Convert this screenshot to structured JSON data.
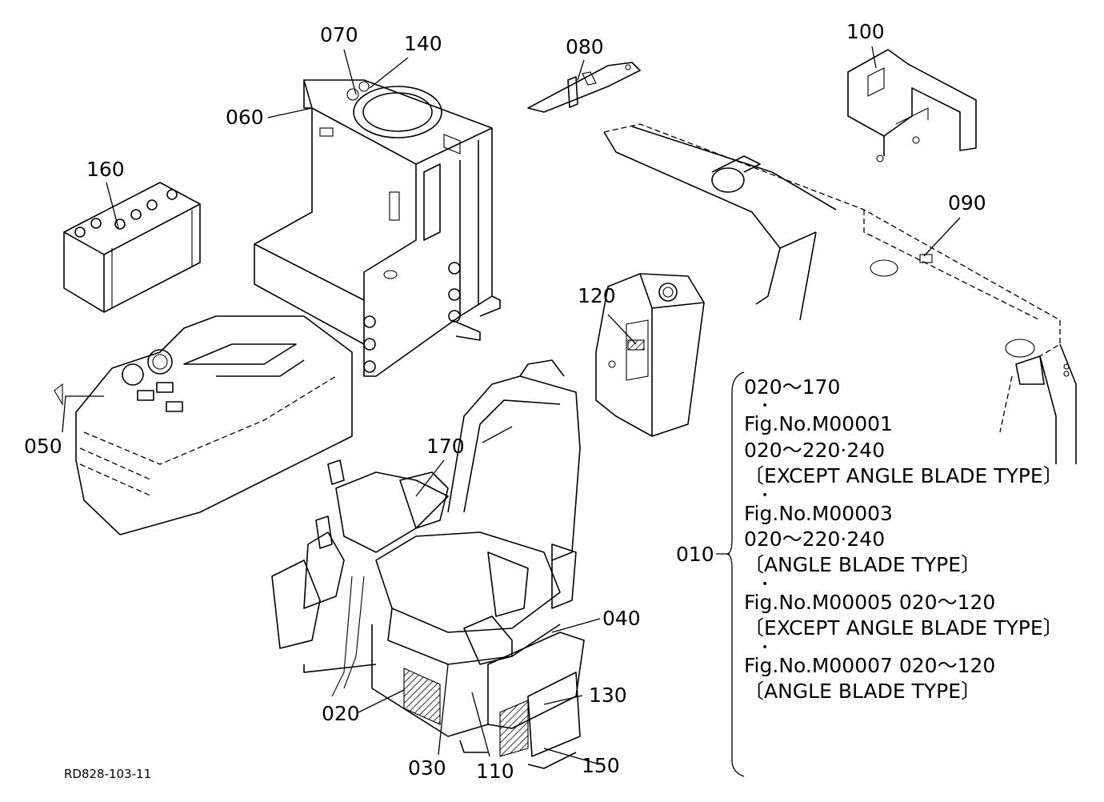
{
  "diagram": {
    "reference_code": "RD828-103-11",
    "callouts": [
      {
        "id": "p070",
        "text": "070"
      },
      {
        "id": "p140",
        "text": "140"
      },
      {
        "id": "p060",
        "text": "060"
      },
      {
        "id": "p080",
        "text": "080"
      },
      {
        "id": "p100",
        "text": "100"
      },
      {
        "id": "p160",
        "text": "160"
      },
      {
        "id": "p090",
        "text": "090"
      },
      {
        "id": "p120",
        "text": "120"
      },
      {
        "id": "p050",
        "text": "050"
      },
      {
        "id": "p170",
        "text": "170"
      },
      {
        "id": "p010",
        "text": "010"
      },
      {
        "id": "p040",
        "text": "040"
      },
      {
        "id": "p130",
        "text": "130"
      },
      {
        "id": "p020",
        "text": "020"
      },
      {
        "id": "p030",
        "text": "030"
      },
      {
        "id": "p110",
        "text": "110"
      },
      {
        "id": "p150",
        "text": "150"
      }
    ],
    "notes": [
      {
        "type": "text",
        "text": "020～170"
      },
      {
        "type": "dot",
        "text": "•"
      },
      {
        "type": "text",
        "text": "Fig.No.M00001"
      },
      {
        "type": "text",
        "text": "020～220·240"
      },
      {
        "type": "text",
        "text": "〔EXCEPT ANGLE BLADE TYPE〕"
      },
      {
        "type": "dot",
        "text": "•"
      },
      {
        "type": "text",
        "text": "Fig.No.M00003"
      },
      {
        "type": "text",
        "text": "020～220·240"
      },
      {
        "type": "text",
        "text": "〔ANGLE BLADE TYPE〕"
      },
      {
        "type": "dot",
        "text": "•"
      },
      {
        "type": "text",
        "text": "Fig.No.M00005 020～120"
      },
      {
        "type": "text",
        "text": "〔EXCEPT ANGLE BLADE TYPE〕"
      },
      {
        "type": "dot",
        "text": "•"
      },
      {
        "type": "text",
        "text": "Fig.No.M00007 020～120"
      },
      {
        "type": "text",
        "text": "〔ANGLE BLADE TYPE〕"
      }
    ]
  }
}
